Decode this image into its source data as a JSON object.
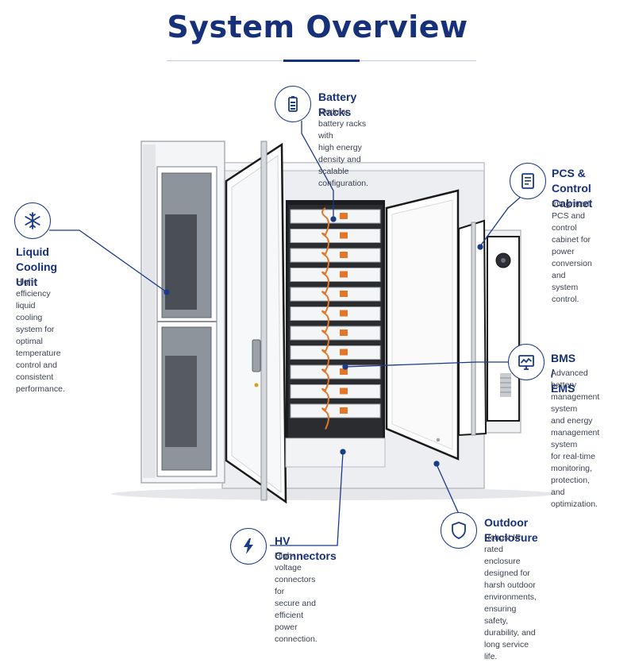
{
  "title": "System Overview",
  "colors": {
    "navy": "#16307a",
    "icon_stroke": "#1a3a8a",
    "text": "#3a4150",
    "cabinet": "#f2f3f5",
    "frame": "#1a1a1a"
  },
  "callouts": {
    "battery_racks": {
      "icon": "battery-icon",
      "title": "Battery Racks",
      "desc": [
        "Modular battery racks with",
        "high energy density and",
        "scalable configuration."
      ]
    },
    "pcs_control": {
      "icon": "document-icon",
      "title_lines": [
        "PCS & Control",
        "Cabinet"
      ],
      "desc": [
        "Integrated PCS and",
        "control cabinet for",
        "power conversion",
        "and system control."
      ]
    },
    "liquid_cooling": {
      "icon": "snowflake-icon",
      "title_lines": [
        "Liquid",
        "Cooling Unit"
      ],
      "desc": [
        "High-efficiency liquid",
        "cooling system for",
        "optimal temperature",
        "control and consistent",
        "performance."
      ]
    },
    "bms_ems": {
      "icon": "monitor-chart-icon",
      "title": "BMS / EMS",
      "desc": [
        "Advanced battery",
        "management system",
        "and energy",
        "management system",
        "for real-time monitoring,",
        "protection, and",
        "optimization."
      ]
    },
    "hv_connectors": {
      "icon": "lightning-icon",
      "title": "HV Connectors",
      "desc": [
        "High-voltage connectors for",
        "secure and efficient power",
        "connection."
      ]
    },
    "outdoor_enclosure": {
      "icon": "shield-icon",
      "title": "Outdoor Enclosure",
      "desc": [
        "Robust IP-rated enclosure",
        "designed for harsh outdoor",
        "environments, ensuring",
        "safety, durability, and",
        "long service life."
      ]
    }
  }
}
